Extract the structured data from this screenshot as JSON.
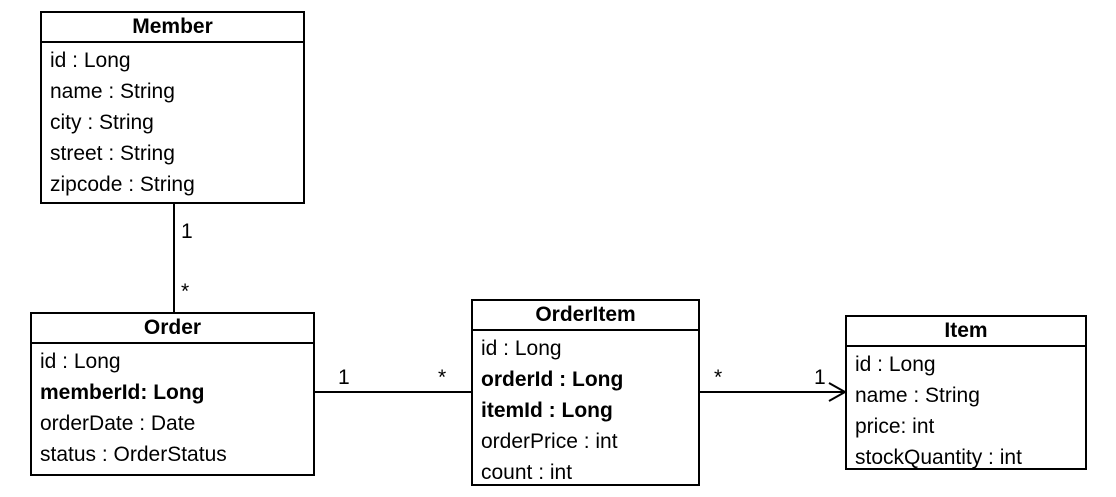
{
  "classes": {
    "member": {
      "name": "Member",
      "attributes": [
        {
          "text": "id : Long",
          "bold": false
        },
        {
          "text": "name : String",
          "bold": false
        },
        {
          "text": "city : String",
          "bold": false
        },
        {
          "text": "street : String",
          "bold": false
        },
        {
          "text": "zipcode : String",
          "bold": false
        }
      ]
    },
    "order": {
      "name": "Order",
      "attributes": [
        {
          "text": "id : Long",
          "bold": false
        },
        {
          "text": "memberId: Long",
          "bold": true
        },
        {
          "text": "orderDate : Date",
          "bold": false
        },
        {
          "text": "status : OrderStatus",
          "bold": false
        }
      ]
    },
    "orderitem": {
      "name": "OrderItem",
      "attributes": [
        {
          "text": "id : Long",
          "bold": false
        },
        {
          "text": "orderId : Long",
          "bold": true
        },
        {
          "text": "itemId : Long",
          "bold": true
        },
        {
          "text": "orderPrice : int",
          "bold": false
        },
        {
          "text": "count : int",
          "bold": false
        }
      ]
    },
    "item": {
      "name": "Item",
      "attributes": [
        {
          "text": "id : Long",
          "bold": false
        },
        {
          "text": "name : String",
          "bold": false
        },
        {
          "text": "price: int",
          "bold": false
        },
        {
          "text": "stockQuantity : int",
          "bold": false
        }
      ]
    }
  },
  "associations": {
    "member_order": {
      "from_mult": "1",
      "to_mult": "*"
    },
    "order_orderitem": {
      "from_mult": "1",
      "to_mult": "*"
    },
    "orderitem_item": {
      "from_mult": "*",
      "to_mult": "1"
    }
  }
}
